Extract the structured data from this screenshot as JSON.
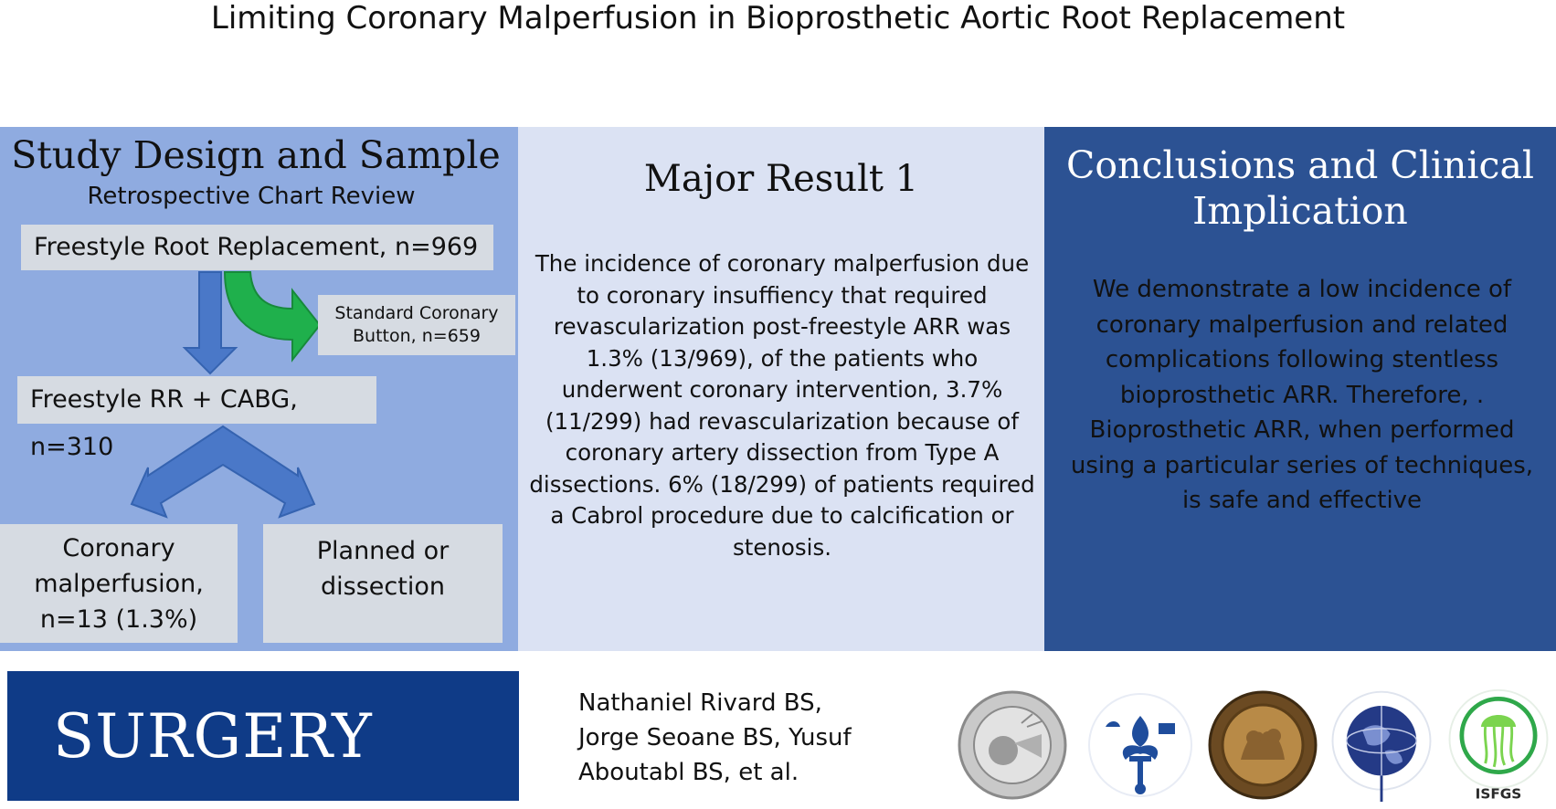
{
  "title": "Limiting Coronary Malperfusion in Bioprosthetic Aortic Root Replacement",
  "study_design": {
    "heading": "Study Design and Sample",
    "subheading": "Retrospective Chart Review",
    "box_freestyle": "Freestyle Root Replacement, n=969",
    "box_standard": "Standard Coronary Button, n=659",
    "box_cabg": "Freestyle RR + CABG, n=310",
    "box_malperfusion": "Coronary malperfusion, n=13 (1.3%)",
    "box_planned": "Planned or dissection"
  },
  "major_result": {
    "heading": "Major Result 1",
    "body": "The incidence of coronary malperfusion due to coronary insuffiency that required revascularization post-freestyle ARR was 1.3% (13/969), of the patients who underwent coronary intervention, 3.7% (11/299) had revascularization because of coronary artery dissection from Type A dissections. 6% (18/299) of patients required a Cabrol procedure due to calcification or stenosis."
  },
  "conclusions": {
    "heading": "Conclusions and Clinical Implication",
    "body": "We demonstrate a low incidence of coronary malperfusion and related complications following stentless bioprosthetic ARR. Therefore, . Bioprosthetic ARR, when performed using a particular series of techniques, is safe and effective"
  },
  "journal": "SURGERY",
  "authors": "Nathaniel Rivard BS, Jorge Seoane BS, Yusuf Aboutabl BS, et al.",
  "logos": {
    "logo1_icon": "western-surgical-association-seal-icon",
    "logo2_icon": "society-university-surgeons-fleur-icon",
    "logo3_icon": "central-surgical-association-seal-icon",
    "logo4_icon": "endocrine-surgeons-globe-icon",
    "logo5_icon": "isfgs-jellyfish-icon",
    "logo5_text": "ISFGS"
  },
  "colors": {
    "left_panel": "#8fabe0",
    "middle_panel": "#dbe2f3",
    "right_panel": "#2c5293",
    "journal_banner": "#0f3b87",
    "arrow_blue": "#4a78c8",
    "arrow_green": "#1fb04c"
  }
}
